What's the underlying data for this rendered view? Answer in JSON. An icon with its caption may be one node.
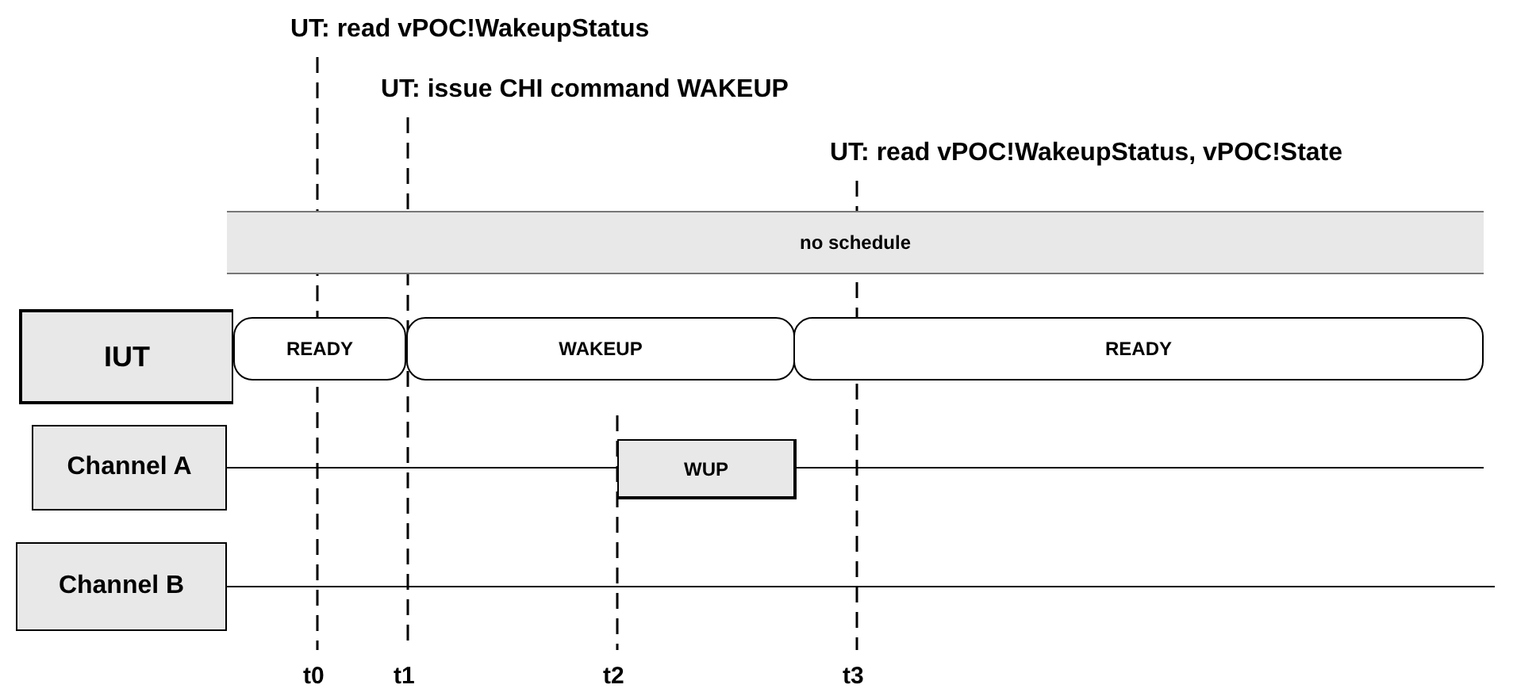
{
  "diagram": {
    "nodes": [
      {
        "text": [
          "no schedule"
        ]
      },
      {
        "text": [
          "IUT"
        ]
      },
      {
        "text": [
          "READY"
        ]
      },
      {
        "text": [
          "WAKEUP"
        ]
      },
      {
        "text": [
          "READY"
        ]
      },
      {
        "text": [
          "Channel A"
        ]
      },
      {
        "text": [
          "WUP"
        ]
      },
      {
        "text": [
          "Channel B"
        ]
      }
    ],
    "labels": [
      "UT: read vPOC!WakeupStatus",
      "UT: issue CHI command WAKEUP",
      "UT: read vPOC!WakeupStatus, vPOC!State",
      "t0",
      "t1",
      "t2",
      "t3"
    ]
  }
}
